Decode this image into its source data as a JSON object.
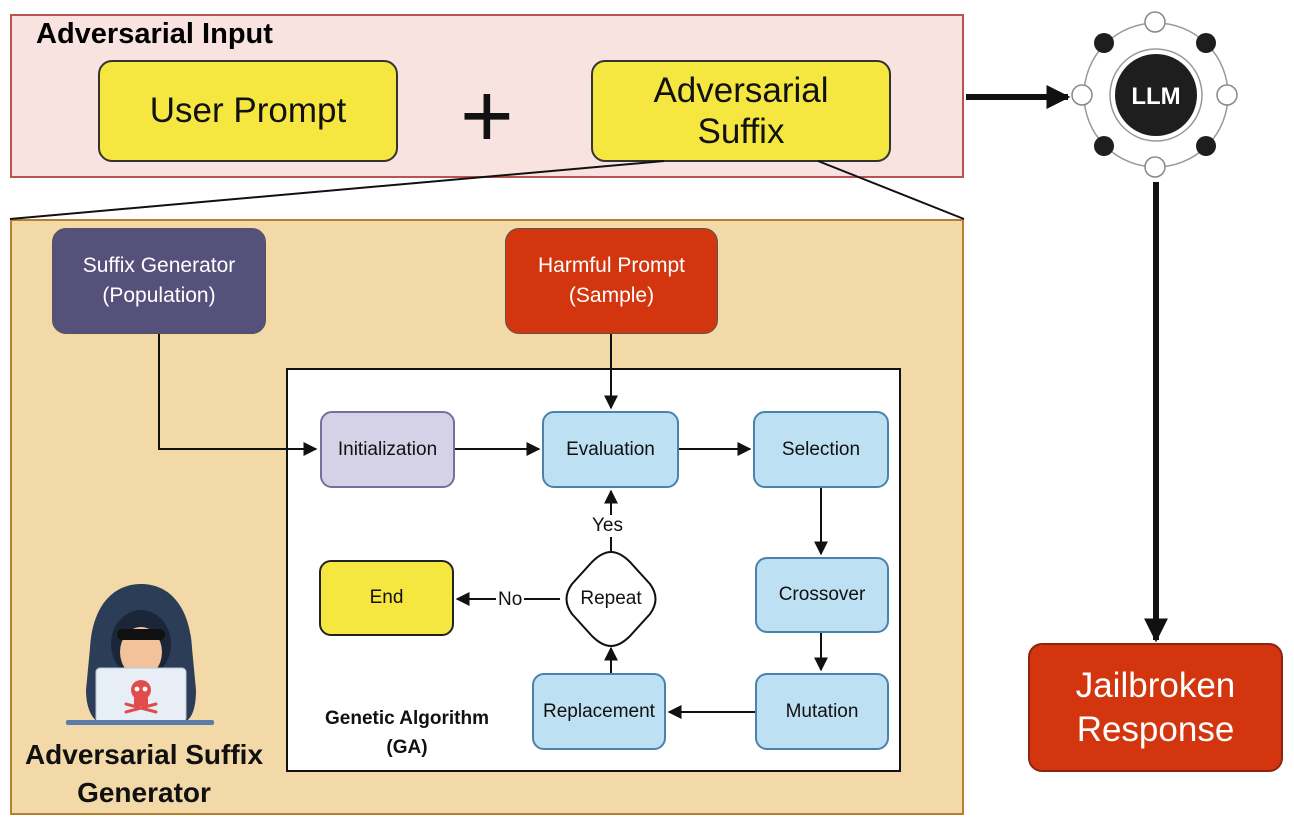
{
  "adversarial_input": {
    "title": "Adversarial Input",
    "user_prompt": "User Prompt",
    "plus": "+",
    "suffix_line1": "Adversarial",
    "suffix_line2": "Suffix"
  },
  "llm": {
    "label": "LLM"
  },
  "jailbroken": {
    "line1": "Jailbroken",
    "line2": "Response"
  },
  "generator": {
    "title_line1": "Adversarial Suffix",
    "title_line2": "Generator",
    "suffix_gen_line1": "Suffix Generator",
    "suffix_gen_line2": "(Population)",
    "harmful_line1": "Harmful Prompt",
    "harmful_line2": "(Sample)"
  },
  "ga": {
    "title_line1": "Genetic Algorithm",
    "title_line2": "(GA)",
    "initialization": "Initialization",
    "evaluation": "Evaluation",
    "selection": "Selection",
    "crossover": "Crossover",
    "mutation": "Mutation",
    "replacement": "Replacement",
    "repeat": "Repeat",
    "end": "End",
    "yes": "Yes",
    "no": "No"
  },
  "colors": {
    "input_fill": "#f8e3e1",
    "input_border": "#b85450",
    "yellow": "#f5e640",
    "generator_fill": "#f3d8a8",
    "suffix_generator": "#56517a",
    "harmful_prompt": "#d3360f",
    "ga_step": "#bde0f2",
    "initialization": "#d5d1e6",
    "jailbroken": "#d3360f"
  }
}
